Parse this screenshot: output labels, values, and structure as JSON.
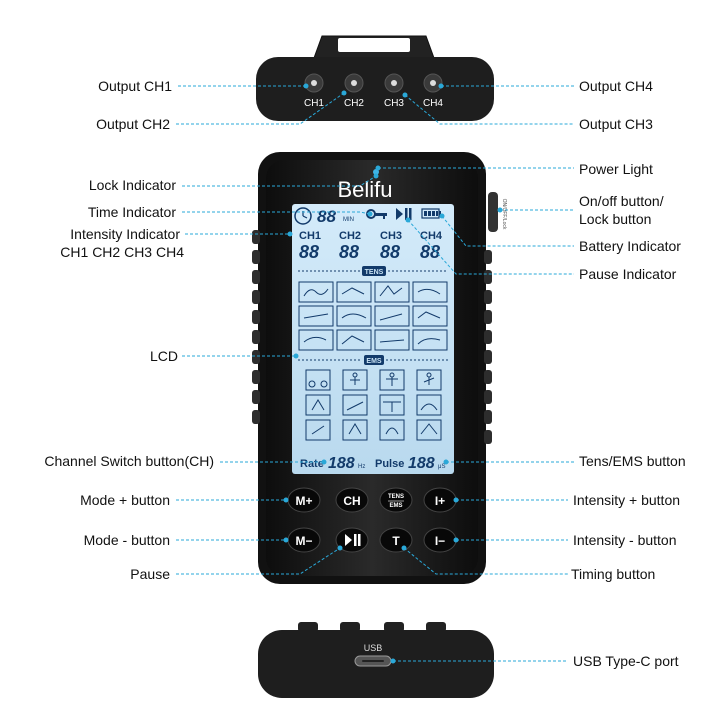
{
  "brand": "Belifu",
  "top_port_labels": [
    "CH1",
    "CH2",
    "CH3",
    "CH4"
  ],
  "bottom_port_label": "USB",
  "side_button_text": "ON/OFF/Lock",
  "lcd": {
    "time_digits": "88",
    "time_unit": "MIN",
    "channel_labels": [
      "CH1",
      "CH2",
      "CH3",
      "CH4"
    ],
    "channel_digits": [
      "88",
      "88",
      "88",
      "88"
    ],
    "tens_tag": "TENS",
    "ems_tag": "EMS",
    "rate_label": "Rate",
    "rate_digits": "188",
    "rate_unit": "Hz",
    "pulse_label": "Pulse",
    "pulse_digits": "188",
    "pulse_unit": "μS"
  },
  "buttons": {
    "mode_plus": "M+",
    "ch": "CH",
    "tens_ems_top": "TENS",
    "tens_ems_bottom": "EMS",
    "intensity_plus": "I+",
    "mode_minus": "M−",
    "timing": "T",
    "intensity_minus": "I−"
  },
  "labels_left": {
    "output_ch1": "Output CH1",
    "output_ch2": "Output CH2",
    "lock_indicator": "Lock Indicator",
    "time_indicator": "Time Indicator",
    "intensity_indicator_1": "Intensity Indicator",
    "intensity_indicator_2": "CH1 CH2 CH3 CH4",
    "lcd": "LCD",
    "channel_switch": "Channel Switch button(CH)",
    "mode_plus": "Mode + button",
    "mode_minus": "Mode -  button",
    "pause": "Pause"
  },
  "labels_right": {
    "output_ch4": "Output CH4",
    "output_ch3": "Output CH3",
    "power_light": "Power Light",
    "onoff_1": "On/off button/",
    "onoff_2": "Lock button",
    "battery": "Battery Indicator",
    "pause_indicator": "Pause Indicator",
    "tens_ems": "Tens/EMS button",
    "intensity_plus": "Intensity + button",
    "intensity_minus": "Intensity - button",
    "timing": "Timing button",
    "usb": "USB Type-C port"
  },
  "colors": {
    "leader": "#2aa8d8",
    "lcd_bg": "#c8e2f4",
    "lcd_ink": "#123a6a",
    "body": "#1b1b1b"
  }
}
